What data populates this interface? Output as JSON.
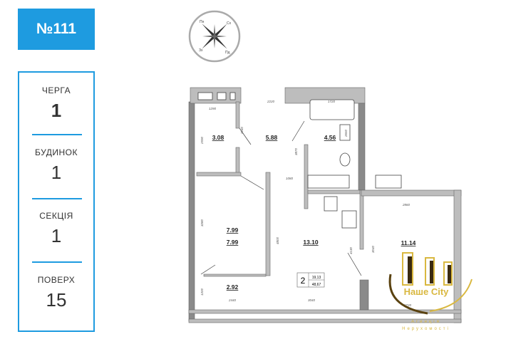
{
  "apartment": {
    "number": "№111"
  },
  "info": [
    {
      "label": "ЧЕРГА",
      "value": "1"
    },
    {
      "label": "БУДИНОК",
      "value": "1"
    },
    {
      "label": "СЕКЦІЯ",
      "value": "1"
    },
    {
      "label": "ПОВЕРХ",
      "value": "15"
    }
  ],
  "compass": {
    "n": "Пн",
    "e": "Сх",
    "w": "Зх",
    "s": "Пд"
  },
  "plan": {
    "rooms": {
      "r1": "3.08",
      "r2": "5.88",
      "r3": "4.56",
      "r4a": "7.99",
      "r4b": "7.99",
      "r5": "13.10",
      "r6": "11.14",
      "r7": "2.92"
    },
    "dims": {
      "d1": "1290",
      "d2": "2220",
      "d3": "1720",
      "d4": "2590",
      "d5": "2040",
      "d6": "3870",
      "d7": "1080",
      "d8": "2860",
      "d9": "3280",
      "d10": "4800",
      "d11": "4130",
      "d12": "3040",
      "d13": "1200",
      "d14": "2440",
      "d15": "3040",
      "d16": "2720",
      "d17": "2650"
    },
    "summary": {
      "rooms_count": "2",
      "living_area": "19,13",
      "total_area": "48,67"
    }
  },
  "logo": {
    "name": "Наше City",
    "line1": "Агенція",
    "line2": "Нерухомості",
    "color": "#d9b840"
  },
  "colors": {
    "accent": "#1e9be0",
    "wall": "#b8b8b8",
    "wall_dark": "#888888"
  }
}
